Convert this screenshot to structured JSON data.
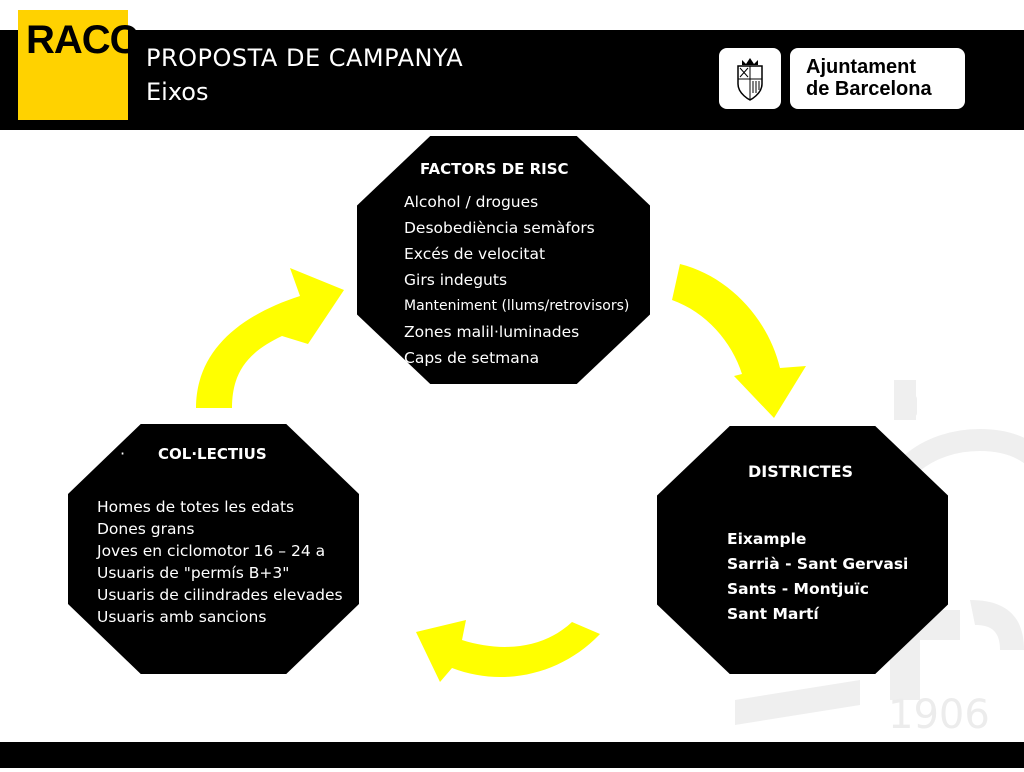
{
  "header": {
    "logo_text": "RACC",
    "title_line1": "PROPOSTA DE CAMPANYA",
    "title_line2": "Eixos",
    "partner_line1": "Ajuntament",
    "partner_line2": "de Barcelona"
  },
  "watermark": {
    "year": "1906"
  },
  "risk_factors": {
    "title": "FACTORS DE RISC",
    "items": [
      "Alcohol / drogues",
      "Desobediència semàfors",
      "Excés de velocitat",
      "Girs indeguts",
      "Manteniment (llums/retrovisors)",
      "Zones malil·luminades",
      "Caps de setmana"
    ]
  },
  "collectives": {
    "bullet": "·",
    "title": "COL·LECTIUS",
    "items": [
      "Homes de totes les edats",
      "Dones grans",
      "Joves en ciclomotor 16 – 24 a",
      "Usuaris de \"permís B+3\"",
      "Usuaris de cilindrades elevades",
      "Usuaris amb sancions"
    ]
  },
  "districts": {
    "title": "DISTRICTES",
    "items": [
      "Eixample",
      "Sarrià - Sant Gervasi",
      "Sants - Montjuïc",
      "Sant Martí"
    ]
  },
  "colors": {
    "racc_yellow": "#ffd200",
    "arrow_yellow": "#ffff00",
    "octagon_fill": "#000000",
    "header_fill": "#000000"
  },
  "icons": [
    "barcelona-coat-of-arms-icon",
    "cycle-arrow-icon"
  ]
}
